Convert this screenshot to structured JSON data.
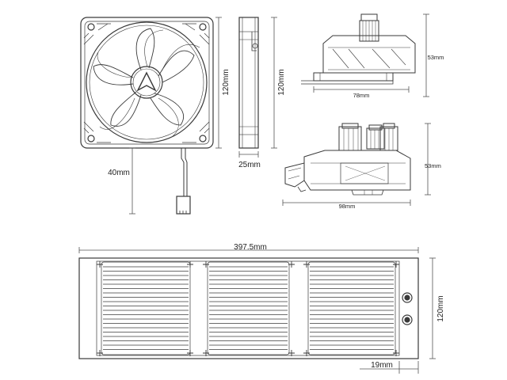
{
  "dimensions": {
    "fan_height": "120mm",
    "fan_cable_length": "40mm",
    "fan_side_height": "120mm",
    "fan_thickness": "25mm",
    "pump_front_height": "53mm",
    "pump_front_width": "78mm",
    "pump_side_height": "53mm",
    "pump_side_width": "98mm",
    "radiator_length": "397.5mm",
    "radiator_height": "120mm",
    "radiator_thickness": "19mm"
  },
  "colors": {
    "line": "#3a3a3a",
    "dimension_line": "#555555",
    "text": "#222222"
  }
}
